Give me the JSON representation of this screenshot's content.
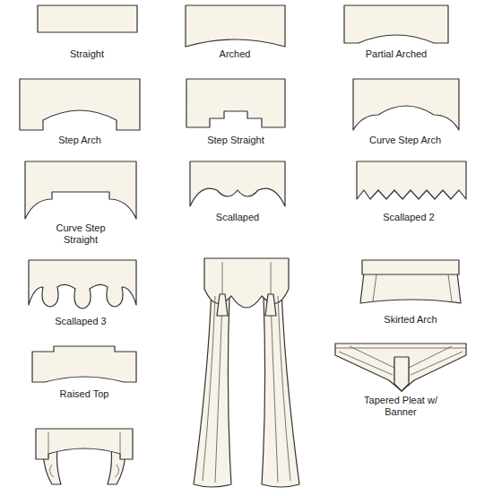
{
  "diagram": {
    "labels": [
      "Straight",
      "Arched",
      "Partial Arched",
      "Step Arch",
      "Step Straight",
      "Curve Step Arch",
      "Curve Step Straight",
      "Scallaped",
      "Scallaped 2",
      "Scallaped 3",
      "Skirted Arch",
      "Raised Top",
      "Tapered Pleat w/ Banner"
    ]
  }
}
